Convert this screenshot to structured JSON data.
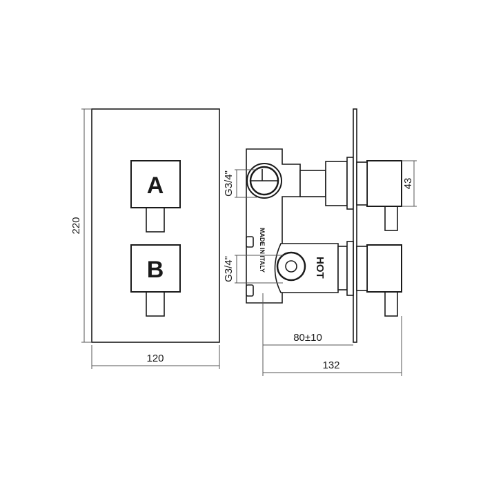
{
  "front_view": {
    "knob_a_label": "A",
    "knob_b_label": "B",
    "height_dimension": "220",
    "width_dimension": "120"
  },
  "side_view": {
    "inlet_top_label": "G3/4\"",
    "inlet_bottom_label": "G3/4\"",
    "made_in_label": "MADE IN ITALY",
    "hot_label": "HOT",
    "handle_dimension": "43",
    "depth_dimension": "80±10",
    "total_depth_dimension": "132"
  },
  "colors": {
    "line": "#1a1a1a",
    "dim_line": "#555555"
  }
}
